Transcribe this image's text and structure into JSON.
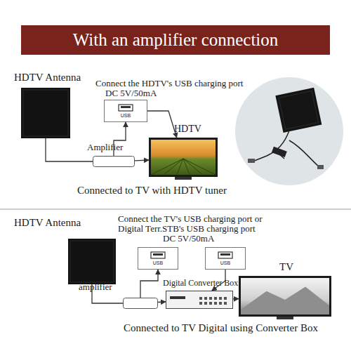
{
  "diagram": {
    "title": "With an amplifier connection",
    "nodes": [
      {
        "text": [
          "HDTV Antenna"
        ]
      },
      {
        "text": [
          "USB"
        ]
      },
      {
        "text": [
          "Amplifier"
        ]
      },
      {
        "text": [
          "HDTV"
        ]
      },
      {
        "text": [
          "HDTV Antenna"
        ]
      },
      {
        "text": [
          "USB"
        ]
      },
      {
        "text": [
          "USB"
        ]
      },
      {
        "text": [
          "amplifier"
        ]
      },
      {
        "text": [
          "Digital Converter Box"
        ]
      },
      {
        "text": [
          "TV"
        ]
      }
    ],
    "edges": [
      {
        "from": 0,
        "to": 2,
        "arrow": "none"
      },
      {
        "from": 2,
        "to": 1,
        "arrow": "to"
      },
      {
        "from": 2,
        "to": 3,
        "arrow": "to"
      },
      {
        "from": 1,
        "to": 3,
        "arrow": "to"
      },
      {
        "from": 4,
        "to": 7,
        "arrow": "none"
      },
      {
        "from": 7,
        "to": 5,
        "arrow": "to"
      },
      {
        "from": 7,
        "to": 8,
        "arrow": "to"
      },
      {
        "from": 6,
        "to": 8,
        "arrow": "to"
      },
      {
        "from": 8,
        "to": 9,
        "arrow": "to"
      }
    ],
    "labels": [
      "Connect the HDTV's USB charging port",
      "DC 5V/50mA",
      "Connected to TV with HDTV tuner",
      "Connect the TV's USB charging port or",
      "Digital Terr.STB's USB charging port",
      "DC 5V/50mA",
      "Connected to TV Digital using Converter Box"
    ]
  }
}
